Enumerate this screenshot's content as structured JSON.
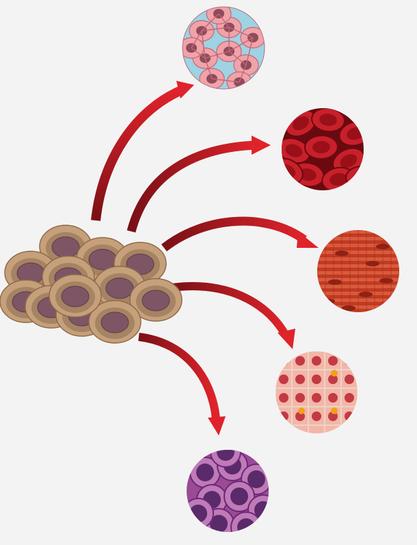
{
  "diagram": {
    "source": {
      "name": "stem-cell-cluster",
      "colors": {
        "outer": "#c6a07b",
        "outer_stroke": "#8f6a48",
        "inner": "#a58363",
        "nucleus": "#7d5565",
        "nucleus_dark": "#5a3a48"
      }
    },
    "arrow_color": "#d92127",
    "arrow_color_dark": "#7a1016",
    "targets": [
      {
        "name": "nerve-cell-tissue",
        "fill": "#f0a3a8",
        "accent": "#9ed3e3",
        "nucleus": "#8e4c5c"
      },
      {
        "name": "red-blood-cell-tissue",
        "fill": "#8e0f15",
        "accent": "#c8202a",
        "nucleus": "#6a0a10"
      },
      {
        "name": "muscle-tissue",
        "fill": "#c23a22",
        "accent": "#e06a48",
        "nucleus": "#8e2214"
      },
      {
        "name": "epithelial-tissue",
        "fill": "#f4b6a8",
        "accent": "#e8d6c8",
        "nucleus": "#c23a44"
      },
      {
        "name": "immune-cell-tissue",
        "fill": "#9b4a94",
        "accent": "#c07ab8",
        "nucleus": "#5a2a6a"
      }
    ]
  }
}
